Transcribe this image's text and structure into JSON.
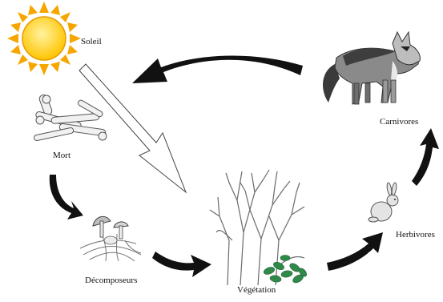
{
  "labels": {
    "sun": "Soleil",
    "death": "Mort",
    "decomposers": "Décomposeurs",
    "vegetation": "Végétation",
    "herbivores": "Herbivores",
    "carnivores": "Carnivores"
  },
  "colors": {
    "arrow": "#111111",
    "sun_fill": "#ffd21a",
    "sun_rays": "#f7a600",
    "sun_beam": "#ffffff",
    "foliage": "#2f8a4a"
  },
  "icons": {
    "sun": "sun-icon",
    "death": "bones-icon",
    "decomposers": "mushroom-icon",
    "vegetation": "tree-icon",
    "herbivores": "rabbit-icon",
    "carnivores": "wolf-icon"
  }
}
